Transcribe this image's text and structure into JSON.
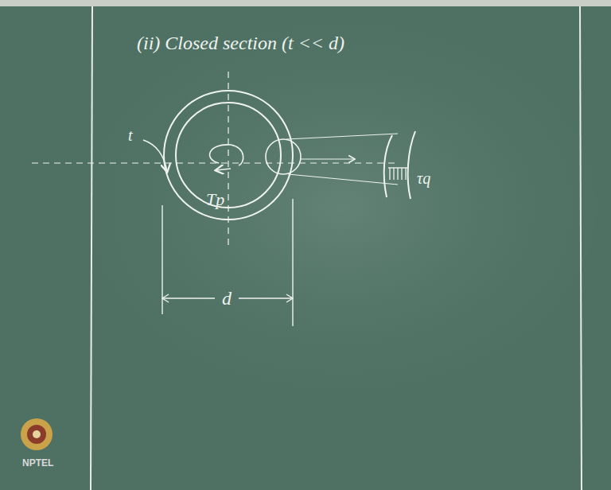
{
  "diagram": {
    "labels": [
      "(ii) Closed section (t << d)",
      "t",
      "Tp",
      "d",
      "τq",
      "NPTEL"
    ]
  }
}
